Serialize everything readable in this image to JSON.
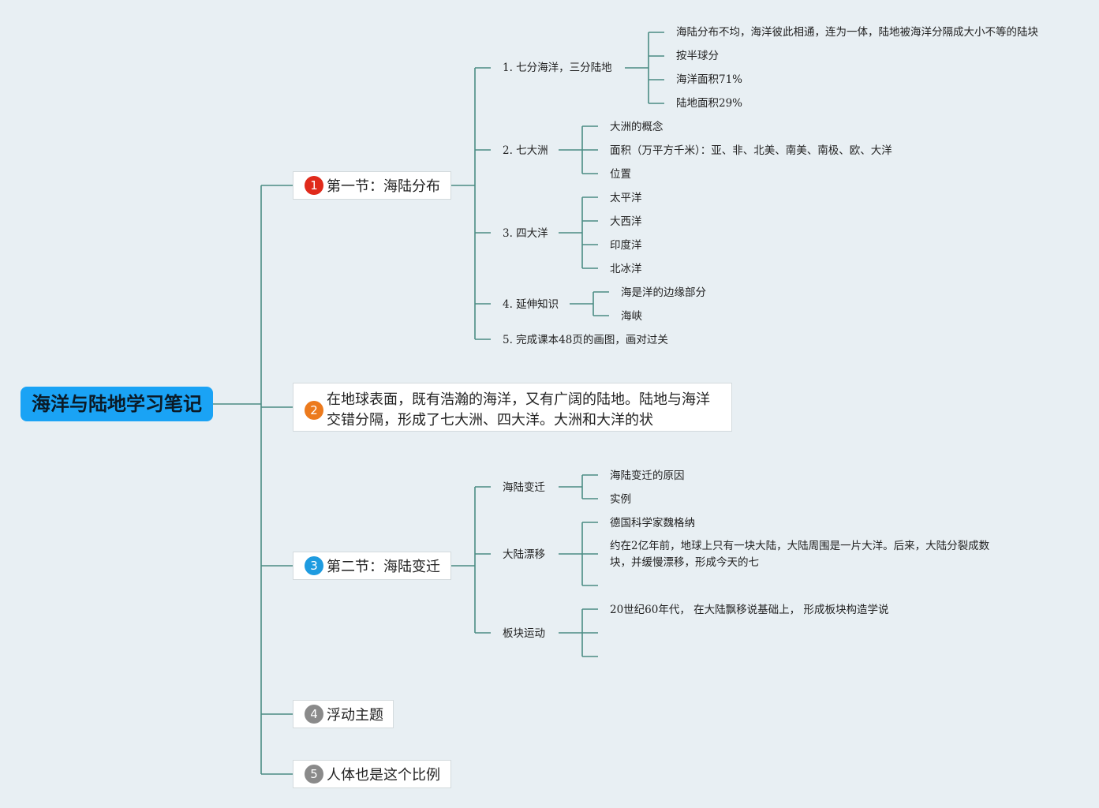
{
  "root": {
    "title": "海洋与陆地学习笔记"
  },
  "topics": {
    "t1": {
      "number": "1",
      "label": "第一节：海陆分布",
      "badge_color": "#e02a1b"
    },
    "t2": {
      "number": "2",
      "label": "在地球表面，既有浩瀚的海洋，又有广阔的陆地。陆地与海洋交错分隔，形成了七大洲、四大洋。大洲和大洋的状",
      "badge_color": "#ec7a1d"
    },
    "t3": {
      "number": "3",
      "label": "第二节：海陆变迁",
      "badge_color": "#1e9be0"
    },
    "t4": {
      "number": "4",
      "label": "浮动主题",
      "badge_color": "#8a8a8a"
    },
    "t5": {
      "number": "5",
      "label": "人体也是这个比例",
      "badge_color": "#8a8a8a"
    }
  },
  "section1": {
    "s1": {
      "label": "1. 七分海洋，三分陆地",
      "items": [
        "海陆分布不均，海洋彼此相通，连为一体，陆地被海洋分隔成大小不等的陆块",
        "按半球分",
        "海洋面积71%",
        "陆地面积29%"
      ]
    },
    "s2": {
      "label": "2. 七大洲",
      "items": [
        "大洲的概念",
        "面积（万平方千米）：亚、非、北美、南美、南极、欧、大洋",
        "位置"
      ]
    },
    "s3": {
      "label": "3. 四大洋",
      "items": [
        "太平洋",
        "大西洋",
        "印度洋",
        "北冰洋"
      ]
    },
    "s4": {
      "label": "4. 延伸知识",
      "items": [
        "海是洋的边缘部分",
        "海峡"
      ]
    },
    "s5": {
      "label": "5. 完成课本48页的画图，画对过关"
    }
  },
  "section3": {
    "a": {
      "label": "海陆变迁",
      "items": [
        "海陆变迁的原因",
        "实例"
      ]
    },
    "b": {
      "label": "大陆漂移",
      "items": [
        "德国科学家魏格纳",
        "约在2亿年前，地球上只有一块大陆，大陆周围是一片大洋。后来，大陆分裂成数块，并缓慢漂移，形成今天的七"
      ]
    },
    "c": {
      "label": "板块运动",
      "items": [
        "20世纪60年代， 在大陆飘移说基础上， 形成板块构造学说"
      ]
    }
  },
  "colors": {
    "connector": "#4a8c83",
    "root_bg": "#1aa3f5",
    "canvas_bg": "#e8eff3"
  }
}
